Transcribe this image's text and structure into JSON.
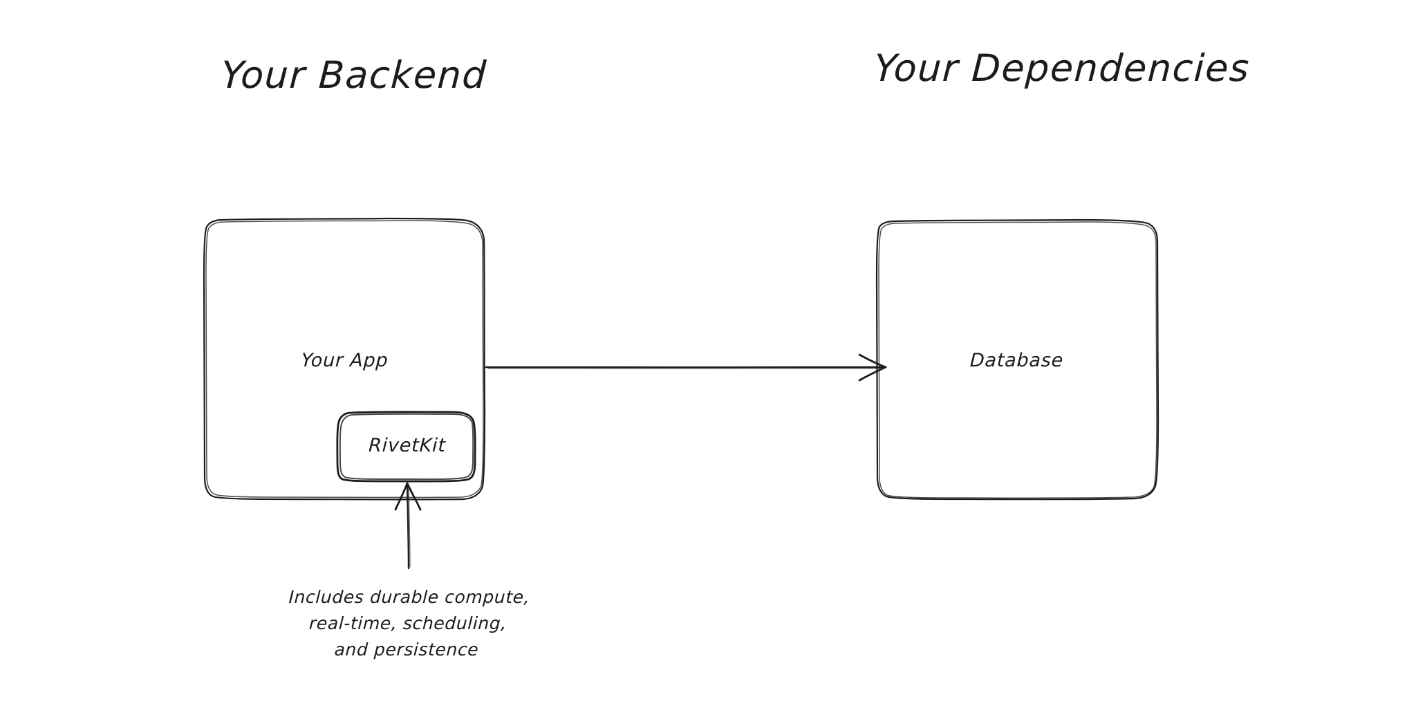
{
  "diagram": {
    "type": "architecture-diagram",
    "style": "hand-drawn-sketch",
    "background_color": "#ffffff",
    "stroke_color": "#1c1c1c",
    "text_color": "#1c1c1c",
    "groups": [
      {
        "id": "backend",
        "title": "Your Backend"
      },
      {
        "id": "dependencies",
        "title": "Your Dependencies"
      }
    ],
    "nodes": [
      {
        "id": "your-app",
        "label": "Your App",
        "group": "backend"
      },
      {
        "id": "rivetkit",
        "label": "RivetKit",
        "group": "backend",
        "parent": "your-app"
      },
      {
        "id": "database",
        "label": "Database",
        "group": "dependencies"
      }
    ],
    "edges": [
      {
        "id": "app-to-database",
        "from": "your-app",
        "to": "database",
        "direction": "right",
        "arrowhead": "open"
      },
      {
        "id": "note-to-rivetkit",
        "from": "note",
        "to": "rivetkit",
        "direction": "up",
        "arrowhead": "open"
      }
    ],
    "annotations": [
      {
        "id": "note",
        "target": "rivetkit",
        "lines": [
          "Includes durable compute,",
          "real-time, scheduling,",
          "and persistence"
        ],
        "text": "Includes durable compute,\nreal-time, scheduling,\nand persistence"
      }
    ]
  }
}
